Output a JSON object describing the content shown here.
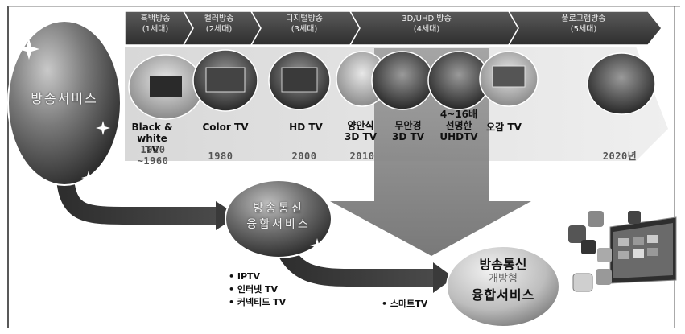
{
  "eras": [
    {
      "label": "흑백방송\n(1세대)"
    },
    {
      "label": "컬러방송\n(2세대)"
    },
    {
      "label": "디지털방송\n(3세대)"
    },
    {
      "label": "3D/UHD 방송\n(4세대)"
    },
    {
      "label": "풀로그램방송\n(5세대)"
    }
  ],
  "tv_labels": [
    "Black &\nwhite TV",
    "Color TV",
    "HD TV",
    "양안식\n3D TV",
    "무안경\n3D TV",
    "4~16배\n선명한\nUHDTV",
    "오감 TV"
  ],
  "years": [
    "1920\n~1960",
    "1980",
    "2000",
    "2010",
    "2020년"
  ],
  "circles": {
    "broadcast": "방송서비스",
    "convergence": "방송통신\n융합서비스",
    "open_line1": "방송통신",
    "open_line2": "개방형",
    "open_line3": "융합서비스"
  },
  "bullets_left": "• IPTV\n• 인터넷 TV\n• 커넥티드 TV",
  "bullet_right": "• 스마트TV"
}
